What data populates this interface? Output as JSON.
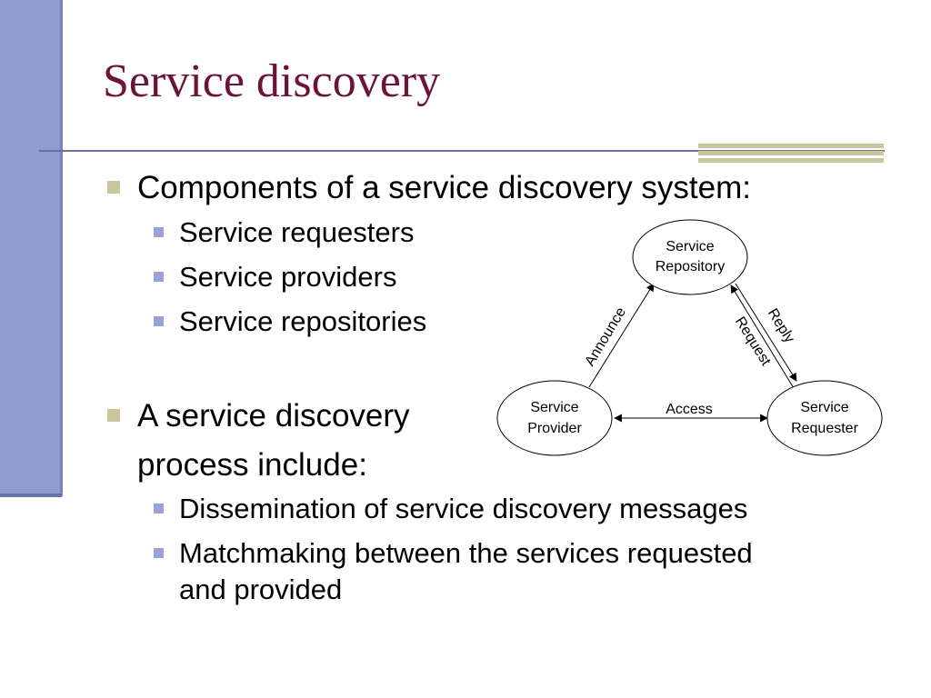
{
  "slide": {
    "title": "Service discovery",
    "bullets": [
      {
        "text": "Components of a service discovery system:",
        "sub": [
          "Service requesters",
          "Service providers",
          "Service repositories"
        ]
      },
      {
        "text_line1": "A service discovery",
        "text_line2": "process include:",
        "sub": [
          "Dissemination of service discovery messages"
        ],
        "sub_multi": {
          "line1": "Matchmaking between the services requested",
          "line2": "and provided"
        }
      }
    ]
  },
  "diagram": {
    "nodes": {
      "repository": {
        "line1": "Service",
        "line2": "Repository"
      },
      "provider": {
        "line1": "Service",
        "line2": "Provider"
      },
      "requester": {
        "line1": "Service",
        "line2": "Requester"
      }
    },
    "edges": {
      "announce": "Announce",
      "reply": "Reply",
      "request": "Request",
      "access": "Access"
    }
  },
  "colors": {
    "title": "#6b1338",
    "sidebar": "#8f9cd1",
    "bullet_level1": "#c9c79a",
    "bullet_level2": "#97a3d6",
    "rule": "#6a6f9e"
  }
}
